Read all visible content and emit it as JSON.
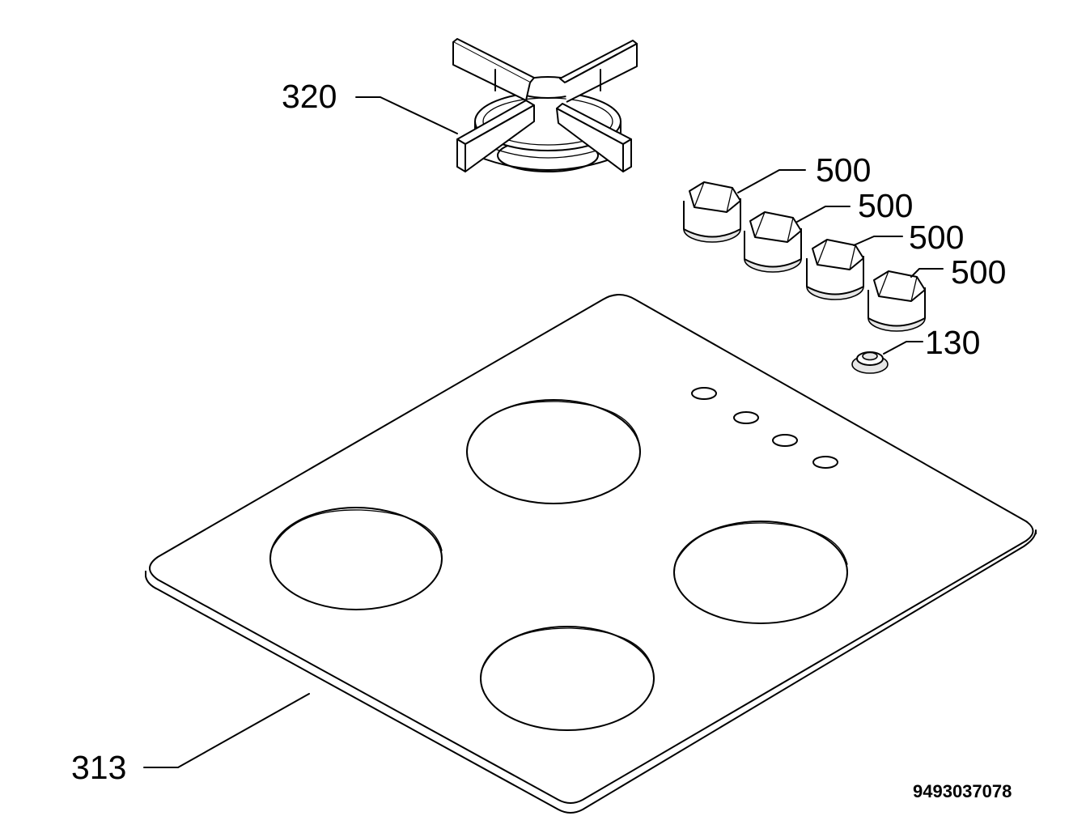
{
  "callouts": {
    "pan_support": "320",
    "knob_1": "500",
    "knob_2": "500",
    "knob_3": "500",
    "knob_4": "500",
    "knob_spindle": "130",
    "hob_top": "313"
  },
  "document_number": "9493037078",
  "colors": {
    "line": "#000000",
    "background": "#ffffff"
  }
}
